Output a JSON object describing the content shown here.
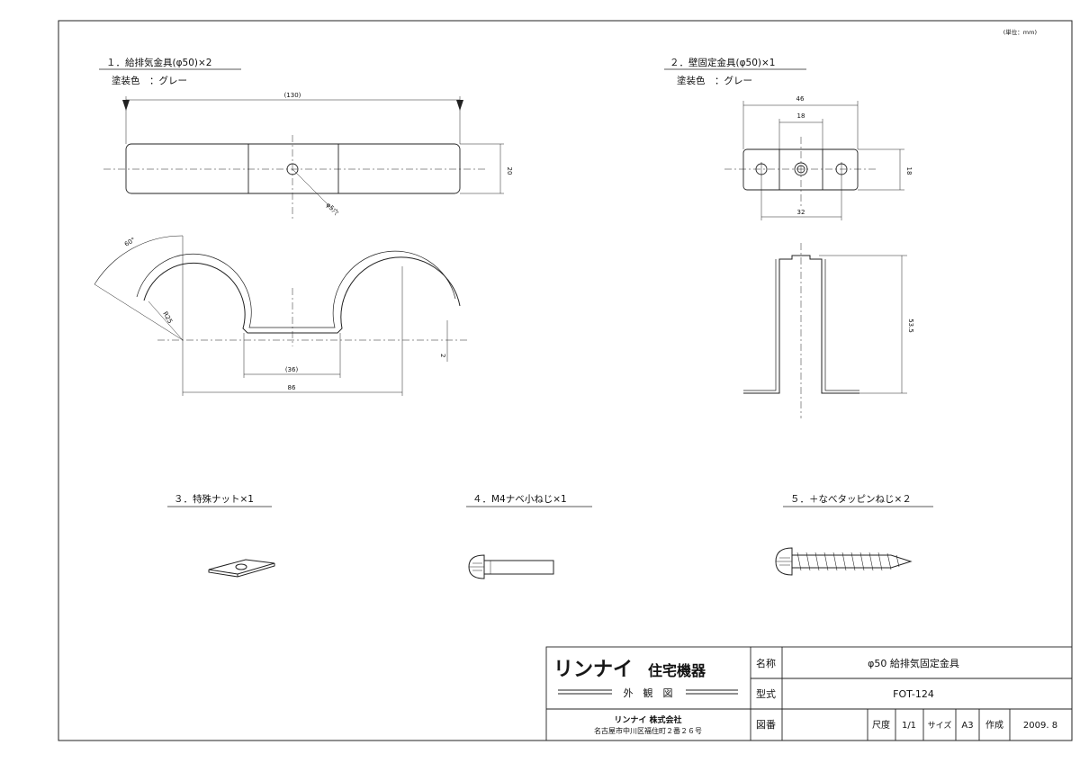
{
  "unit_note": "(単位：mm)",
  "parts": [
    {
      "heading": "１．給排気金具(φ50)×2",
      "paint": "塗装色　：グレー"
    },
    {
      "heading": "２．壁固定金具(φ50)×1",
      "paint": "塗装色　：グレー"
    },
    {
      "heading": "３．特殊ナット×1"
    },
    {
      "heading": "４．M4ナベ小ねじ×1"
    },
    {
      "heading": "５．＋なべタッピンねじ×２"
    }
  ],
  "dims": {
    "p1_length": "(130)",
    "p1_width": "20",
    "p1_hole": "φ5穴",
    "p1_angle": "60°",
    "p1_radius": "R25",
    "p1_step": "2",
    "p1_flat": "(36)",
    "p1_span": "86",
    "p2_width": "46",
    "p2_inner": "18",
    "p2_height": "18",
    "p2_pitch": "32",
    "p2_depth": "53.5"
  },
  "title_block": {
    "brand": "リンナイ",
    "division": "住宅機器",
    "doc_type": "外　観　図",
    "company": "リンナイ 株式会社",
    "address": "名古屋市中川区福住町２番２６号",
    "name_label": "名称",
    "name_value": "φ50 給排気固定金具",
    "model_label": "型式",
    "model_value": "FOT-124",
    "drawing_no_label": "図番",
    "scale_label": "尺度",
    "scale_value": "1/1",
    "size_label": "サイズ",
    "size_value": "A3",
    "created_label": "作成",
    "created_value": "2009. 8"
  }
}
